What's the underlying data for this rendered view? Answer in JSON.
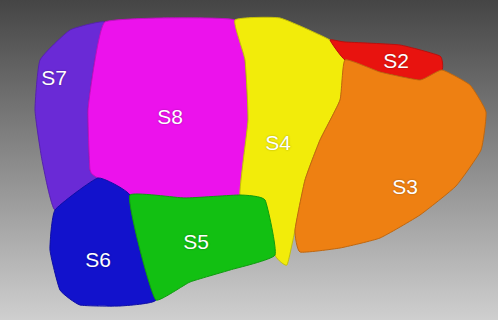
{
  "diagram": {
    "nodes": [
      {
        "text": [
          "S7"
        ]
      },
      {
        "text": [
          "S8"
        ]
      },
      {
        "text": [
          "S4"
        ]
      },
      {
        "text": [
          "S2"
        ]
      },
      {
        "text": [
          "S3"
        ]
      },
      {
        "text": [
          "S6"
        ]
      },
      {
        "text": [
          "S5"
        ]
      }
    ]
  }
}
